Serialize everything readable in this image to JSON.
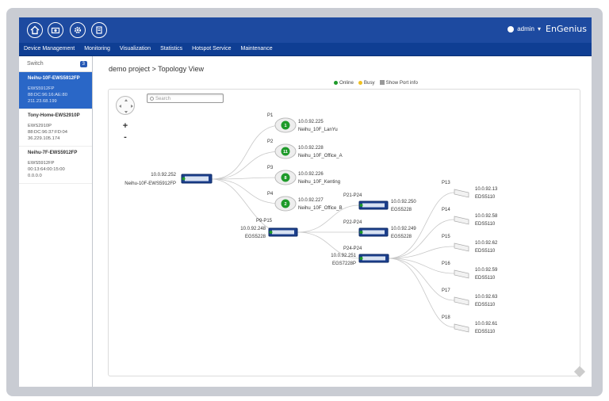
{
  "header": {
    "user": "admin",
    "logo": "EnGenius"
  },
  "menu": [
    "Device Management",
    "Monitoring",
    "Visualization",
    "Statistics",
    "Hotspot Service",
    "Maintenance"
  ],
  "sidebar": {
    "title": "Switch",
    "count": "3",
    "devices": [
      {
        "name": "Neihu-10F-EWS5912FP",
        "model": "EWS5912FP",
        "mac": "88:DC:96:16:AE:80",
        "ip": "211.23.68.199",
        "active": true
      },
      {
        "name": "Tony-Home-EWS2910P",
        "model": "EWS2910P",
        "mac": "88:DC:96:37:FD:04",
        "ip": "36.229.105.174",
        "active": false
      },
      {
        "name": "Neihu-7F-EWS5912FP",
        "model": "EWS5912FP",
        "mac": "00:13:64:00:15:00",
        "ip": "0.0.0.0",
        "active": false
      }
    ]
  },
  "breadcrumb": "demo project > Topology View",
  "legend": {
    "online": "Online",
    "busy": "Busy",
    "show_port": "Show Port info",
    "online_color": "#1e9a2a",
    "busy_color": "#f0c020"
  },
  "search": {
    "placeholder": "Search"
  },
  "zoom": {
    "in": "+",
    "out": "-"
  },
  "topology": {
    "root": {
      "ip": "10.0.92.252",
      "name": "Neihu-10F-EWS5912FP"
    },
    "aps": [
      {
        "port": "P1",
        "count": "1",
        "ip": "10.0.92.225",
        "name": "Neihu_10F_LanYu"
      },
      {
        "port": "P2",
        "count": "11",
        "ip": "10.0.92.228",
        "name": "Neihu_10F_Office_A"
      },
      {
        "port": "P3",
        "count": "8",
        "ip": "10.0.92.226",
        "name": "Neihu_10F_Kenting"
      },
      {
        "port": "P4",
        "count": "2",
        "ip": "10.0.92.227",
        "name": "Neihu_10F_Office_B"
      }
    ],
    "mid_switch": {
      "port": "P9-P15",
      "ip": "10.0.92.248",
      "name": "EGS5228"
    },
    "switches": [
      {
        "port": "P21-P24",
        "ip": "10.0.92.250",
        "name": "EGS5228"
      },
      {
        "port": "P22-P24",
        "ip": "10.0.92.249",
        "name": "EGS5228"
      },
      {
        "port": "P24-P24",
        "ip": "10.0.92.251",
        "name": "EGS7228P"
      }
    ],
    "cameras": [
      {
        "port": "P13",
        "ip": "10.0.92.13",
        "name": "EDS5110"
      },
      {
        "port": "P14",
        "ip": "10.0.92.58",
        "name": "EDS5110"
      },
      {
        "port": "P15",
        "ip": "10.0.92.62",
        "name": "EDS5110"
      },
      {
        "port": "P16",
        "ip": "10.0.92.59",
        "name": "EDS5110"
      },
      {
        "port": "P17",
        "ip": "10.0.92.63",
        "name": "EDS5110"
      },
      {
        "port": "P18",
        "ip": "10.0.92.61",
        "name": "EDS5110"
      }
    ]
  }
}
